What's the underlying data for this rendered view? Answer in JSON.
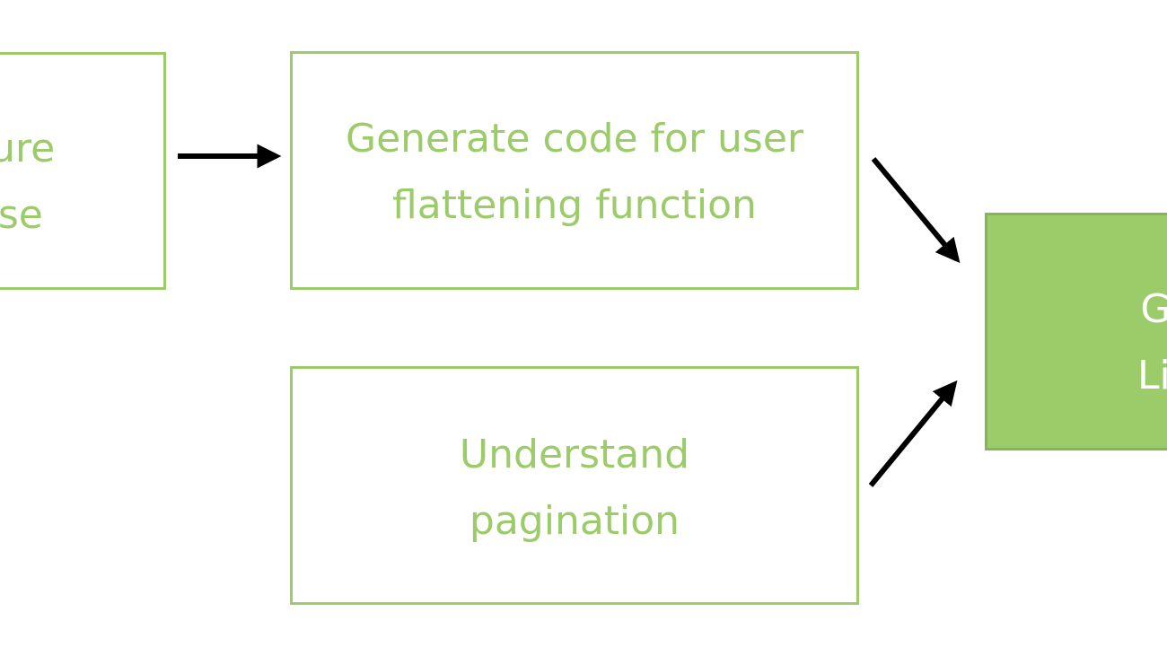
{
  "boxes": {
    "left": {
      "line1": "ructure",
      "line2": "ponse"
    },
    "top": {
      "line1": "Generate code for user",
      "line2": "flattening function"
    },
    "bottom": {
      "line1": "Understand",
      "line2": "pagination"
    },
    "right": {
      "line1": "Gene",
      "line2": "List U"
    }
  },
  "colors": {
    "box_border": "#9ccb6a",
    "box_text": "#9ccb6a",
    "filled_box": "#9ccb6a",
    "filled_text": "#ffffff",
    "arrow": "#000000"
  }
}
